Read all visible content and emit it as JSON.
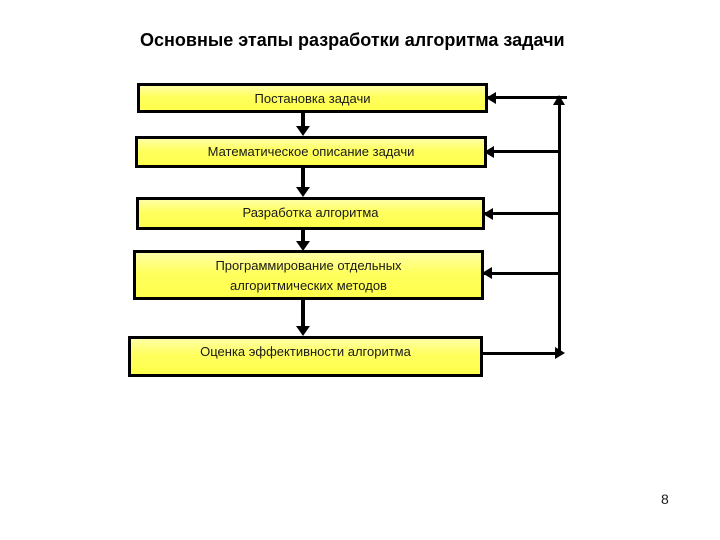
{
  "slide": {
    "title": "Основные этапы разработки алгоритма задачи",
    "page_number": "8",
    "background_color": "#ffffff"
  },
  "flowchart": {
    "box_fill_top": "#ffffa6",
    "box_fill_bottom": "#ffff4d",
    "box_border_color": "#000000",
    "line_color": "#000000",
    "steps": [
      {
        "id": "problem-statement",
        "label": "Постановка задачи"
      },
      {
        "id": "math-description",
        "label": "Математическое описание задачи"
      },
      {
        "id": "algorithm-development",
        "label": "Разработка алгоритма"
      },
      {
        "id": "programming-methods",
        "label": "Программирование отдельных алгоритмических методов"
      },
      {
        "id": "efficiency-evaluation",
        "label": "Оценка эффективности алгоритма"
      }
    ],
    "flow": {
      "forward": "each step connects to the next with a downward arrow",
      "feedback": "last step output runs right and up a vertical line, branching left into steps 1-4"
    }
  }
}
